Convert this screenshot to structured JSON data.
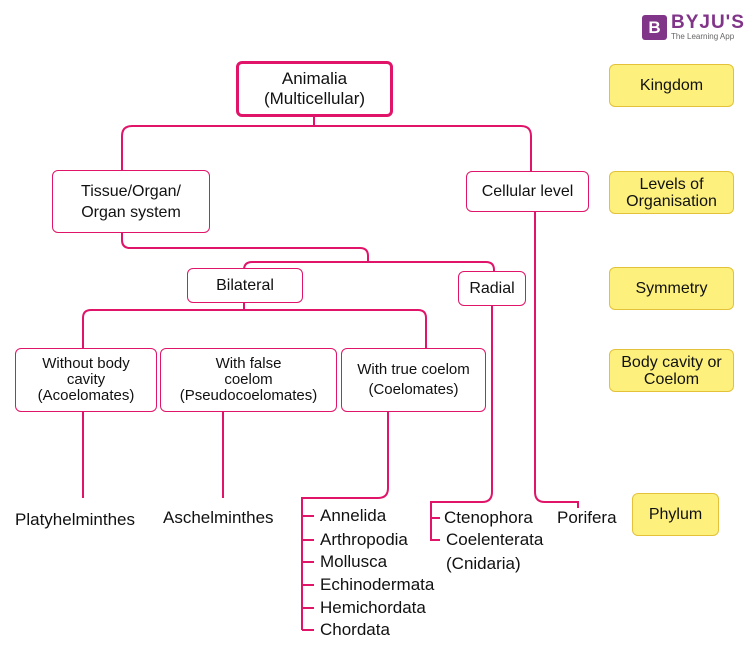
{
  "logo": {
    "brand": "BYJU'S",
    "tagline": "The Learning App"
  },
  "colors": {
    "line": "#e0156a",
    "label_bg": "#fdf07c"
  },
  "nodes": {
    "animalia": "Animalia\n(Multicellular)",
    "tissue": "Tissue/Organ/\nOrgan system",
    "cellular": "Cellular level",
    "bilateral": "Bilateral",
    "radial": "Radial",
    "acoelomates": "Without body\ncavity\n(Acoelomates)",
    "pseudo": "With false\ncoelom\n(Pseudocoelomates)",
    "coelomates": "With true coelom\n(Coelomates)"
  },
  "phyla": {
    "platy": "Platyhelminthes",
    "aschel": "Aschelminthes",
    "coelomate_list": [
      "Annelida",
      "Arthropodia",
      "Mollusca",
      "Echinodermata",
      "Hemichordata",
      "Chordata"
    ],
    "ctenophora": "Ctenophora",
    "coelenterata": "Coelenterata",
    "cnidaria": "(Cnidaria)",
    "porifera": "Porifera"
  },
  "levels": {
    "kingdom": "Kingdom",
    "organisation": "Levels of\nOrganisation",
    "symmetry": "Symmetry",
    "body_cavity": "Body cavity or\nCoelom",
    "phylum": "Phylum"
  }
}
